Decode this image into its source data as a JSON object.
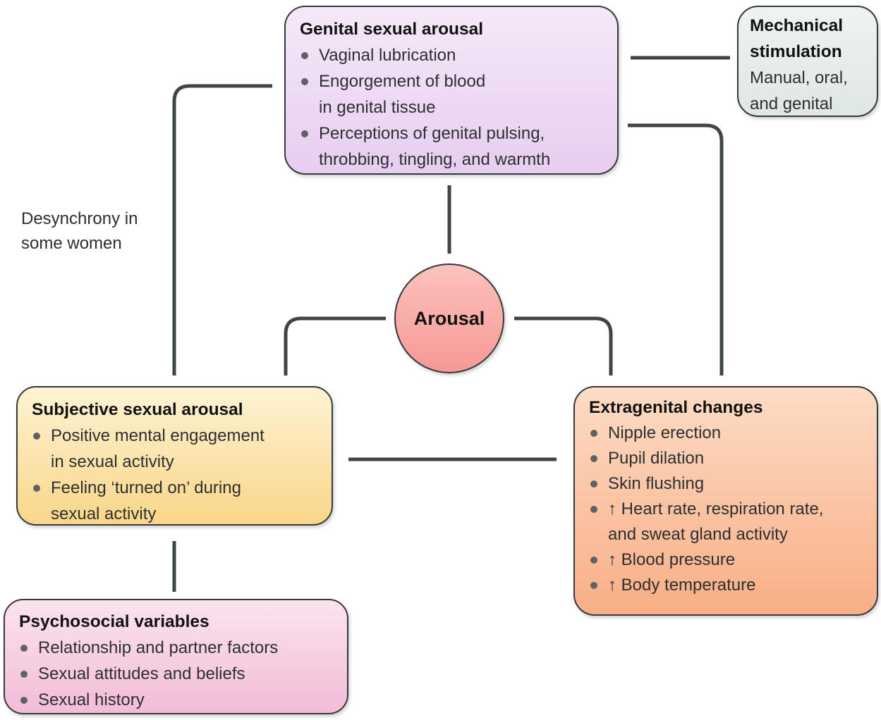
{
  "diagram": {
    "background_color": "#ffffff",
    "arrow_color": "#3d4549",
    "border_color": "#35393c",
    "bullet_color": "#5e6165",
    "annotations": {
      "desynchrony": "Desynchrony in\nsome women"
    },
    "boxes": {
      "genital": {
        "title": "Genital sexual arousal",
        "bullets": [
          "Vaginal lubrication",
          "Engorgement of blood\nin genital tissue",
          "Perceptions of genital pulsing,\nthrobbing, tingling, and warmth"
        ],
        "bg_top": "#f5e9f8",
        "bg_bottom": "#e7cdf0"
      },
      "mechanical": {
        "title": "Mechanical\nstimulation",
        "subtitle": "Manual, oral,\nand genital",
        "bg_top": "#eff3f1",
        "bg_bottom": "#dfe7e3"
      },
      "arousal": {
        "label": "Arousal",
        "bg_top": "#fcc2bc",
        "bg_bottom": "#f69896"
      },
      "subjective": {
        "title": "Subjective sexual arousal",
        "bullets": [
          "Positive mental engagement\nin sexual activity",
          "Feeling ‘turned on’ during\nsexual activity"
        ],
        "bg_top": "#fdf3d3",
        "bg_bottom": "#fad689"
      },
      "extragenital": {
        "title": "Extragenital changes",
        "bullets": [
          "Nipple erection",
          "Pupil dilation",
          "Skin flushing",
          "↑ Heart rate, respiration rate,\nand sweat gland activity",
          "↑ Blood pressure",
          "↑ Body temperature"
        ],
        "bg_top": "#fddcc5",
        "bg_bottom": "#f8ae85"
      },
      "psychosocial": {
        "title": "Psychosocial variables",
        "bullets": [
          "Relationship and partner factors",
          "Sexual attitudes and beliefs",
          "Sexual history"
        ],
        "bg_top": "#fbe4ee",
        "bg_bottom": "#f2bcd7"
      }
    }
  }
}
